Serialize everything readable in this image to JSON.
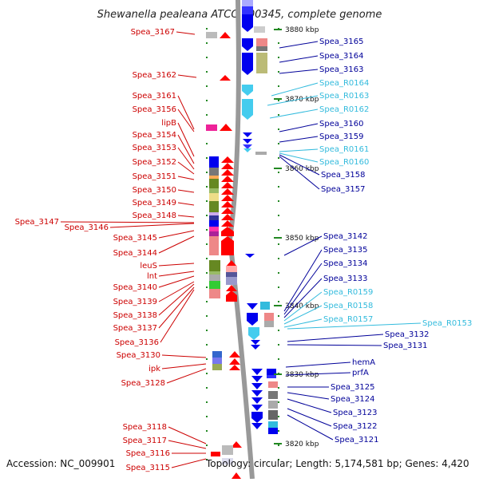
{
  "title": "Shewanella pealeana ATCC 700345, complete genome",
  "footer": {
    "accession": "Accession: NC_009901",
    "topology": "Topology: circular; Length: 5,174,581 bp; Genes: 4,420"
  },
  "colors": {
    "left_label": "#cc0000",
    "right_label": "#000099",
    "rna_label": "#33bbdd",
    "forward_gene": "#ff0000",
    "reverse_gene": "#0000ee",
    "rna_gene": "#44ccee",
    "backbone": "#999999",
    "tick": "#228822"
  },
  "scale_marks": [
    {
      "label": "3880 kbp"
    },
    {
      "label": "3870 kbp"
    },
    {
      "label": "3860 kbp"
    },
    {
      "label": "3850 kbp"
    },
    {
      "label": "3840 kbp"
    },
    {
      "label": "3830 kbp"
    },
    {
      "label": "3820 kbp"
    }
  ],
  "left_labels": [
    "Spea_3167",
    "Spea_3162",
    "Spea_3161",
    "Spea_3156",
    "lipB",
    "Spea_3154",
    "Spea_3153",
    "Spea_3152",
    "Spea_3151",
    "Spea_3150",
    "Spea_3149",
    "Spea_3148",
    "Spea_3147",
    "Spea_3146",
    "Spea_3145",
    "Spea_3144",
    "leuS",
    "lnt",
    "Spea_3140",
    "Spea_3139",
    "Spea_3138",
    "Spea_3137",
    "Spea_3136",
    "Spea_3130",
    "ipk",
    "Spea_3128",
    "Spea_3118",
    "Spea_3117",
    "Spea_3116",
    "Spea_3115"
  ],
  "right_labels": [
    {
      "text": "Spea_3165",
      "kind": "gene"
    },
    {
      "text": "Spea_3164",
      "kind": "gene"
    },
    {
      "text": "Spea_3163",
      "kind": "gene"
    },
    {
      "text": "Spea_R0164",
      "kind": "rna"
    },
    {
      "text": "Spea_R0163",
      "kind": "rna"
    },
    {
      "text": "Spea_R0162",
      "kind": "rna"
    },
    {
      "text": "Spea_3160",
      "kind": "gene"
    },
    {
      "text": "Spea_3159",
      "kind": "gene"
    },
    {
      "text": "Spea_R0161",
      "kind": "rna"
    },
    {
      "text": "Spea_R0160",
      "kind": "rna"
    },
    {
      "text": "Spea_3158",
      "kind": "gene"
    },
    {
      "text": "Spea_3157",
      "kind": "gene"
    },
    {
      "text": "Spea_3142",
      "kind": "gene"
    },
    {
      "text": "Spea_3135",
      "kind": "gene"
    },
    {
      "text": "Spea_3134",
      "kind": "gene"
    },
    {
      "text": "Spea_3133",
      "kind": "gene"
    },
    {
      "text": "Spea_R0159",
      "kind": "rna"
    },
    {
      "text": "Spea_R0158",
      "kind": "rna"
    },
    {
      "text": "Spea_R0157",
      "kind": "rna"
    },
    {
      "text": "Spea_R0153",
      "kind": "rna"
    },
    {
      "text": "Spea_3132",
      "kind": "gene"
    },
    {
      "text": "Spea_3131",
      "kind": "gene"
    },
    {
      "text": "hemA",
      "kind": "gene"
    },
    {
      "text": "prfA",
      "kind": "gene"
    },
    {
      "text": "Spea_3125",
      "kind": "gene"
    },
    {
      "text": "Spea_3124",
      "kind": "gene"
    },
    {
      "text": "Spea_3123",
      "kind": "gene"
    },
    {
      "text": "Spea_3122",
      "kind": "gene"
    },
    {
      "text": "Spea_3121",
      "kind": "gene"
    }
  ]
}
